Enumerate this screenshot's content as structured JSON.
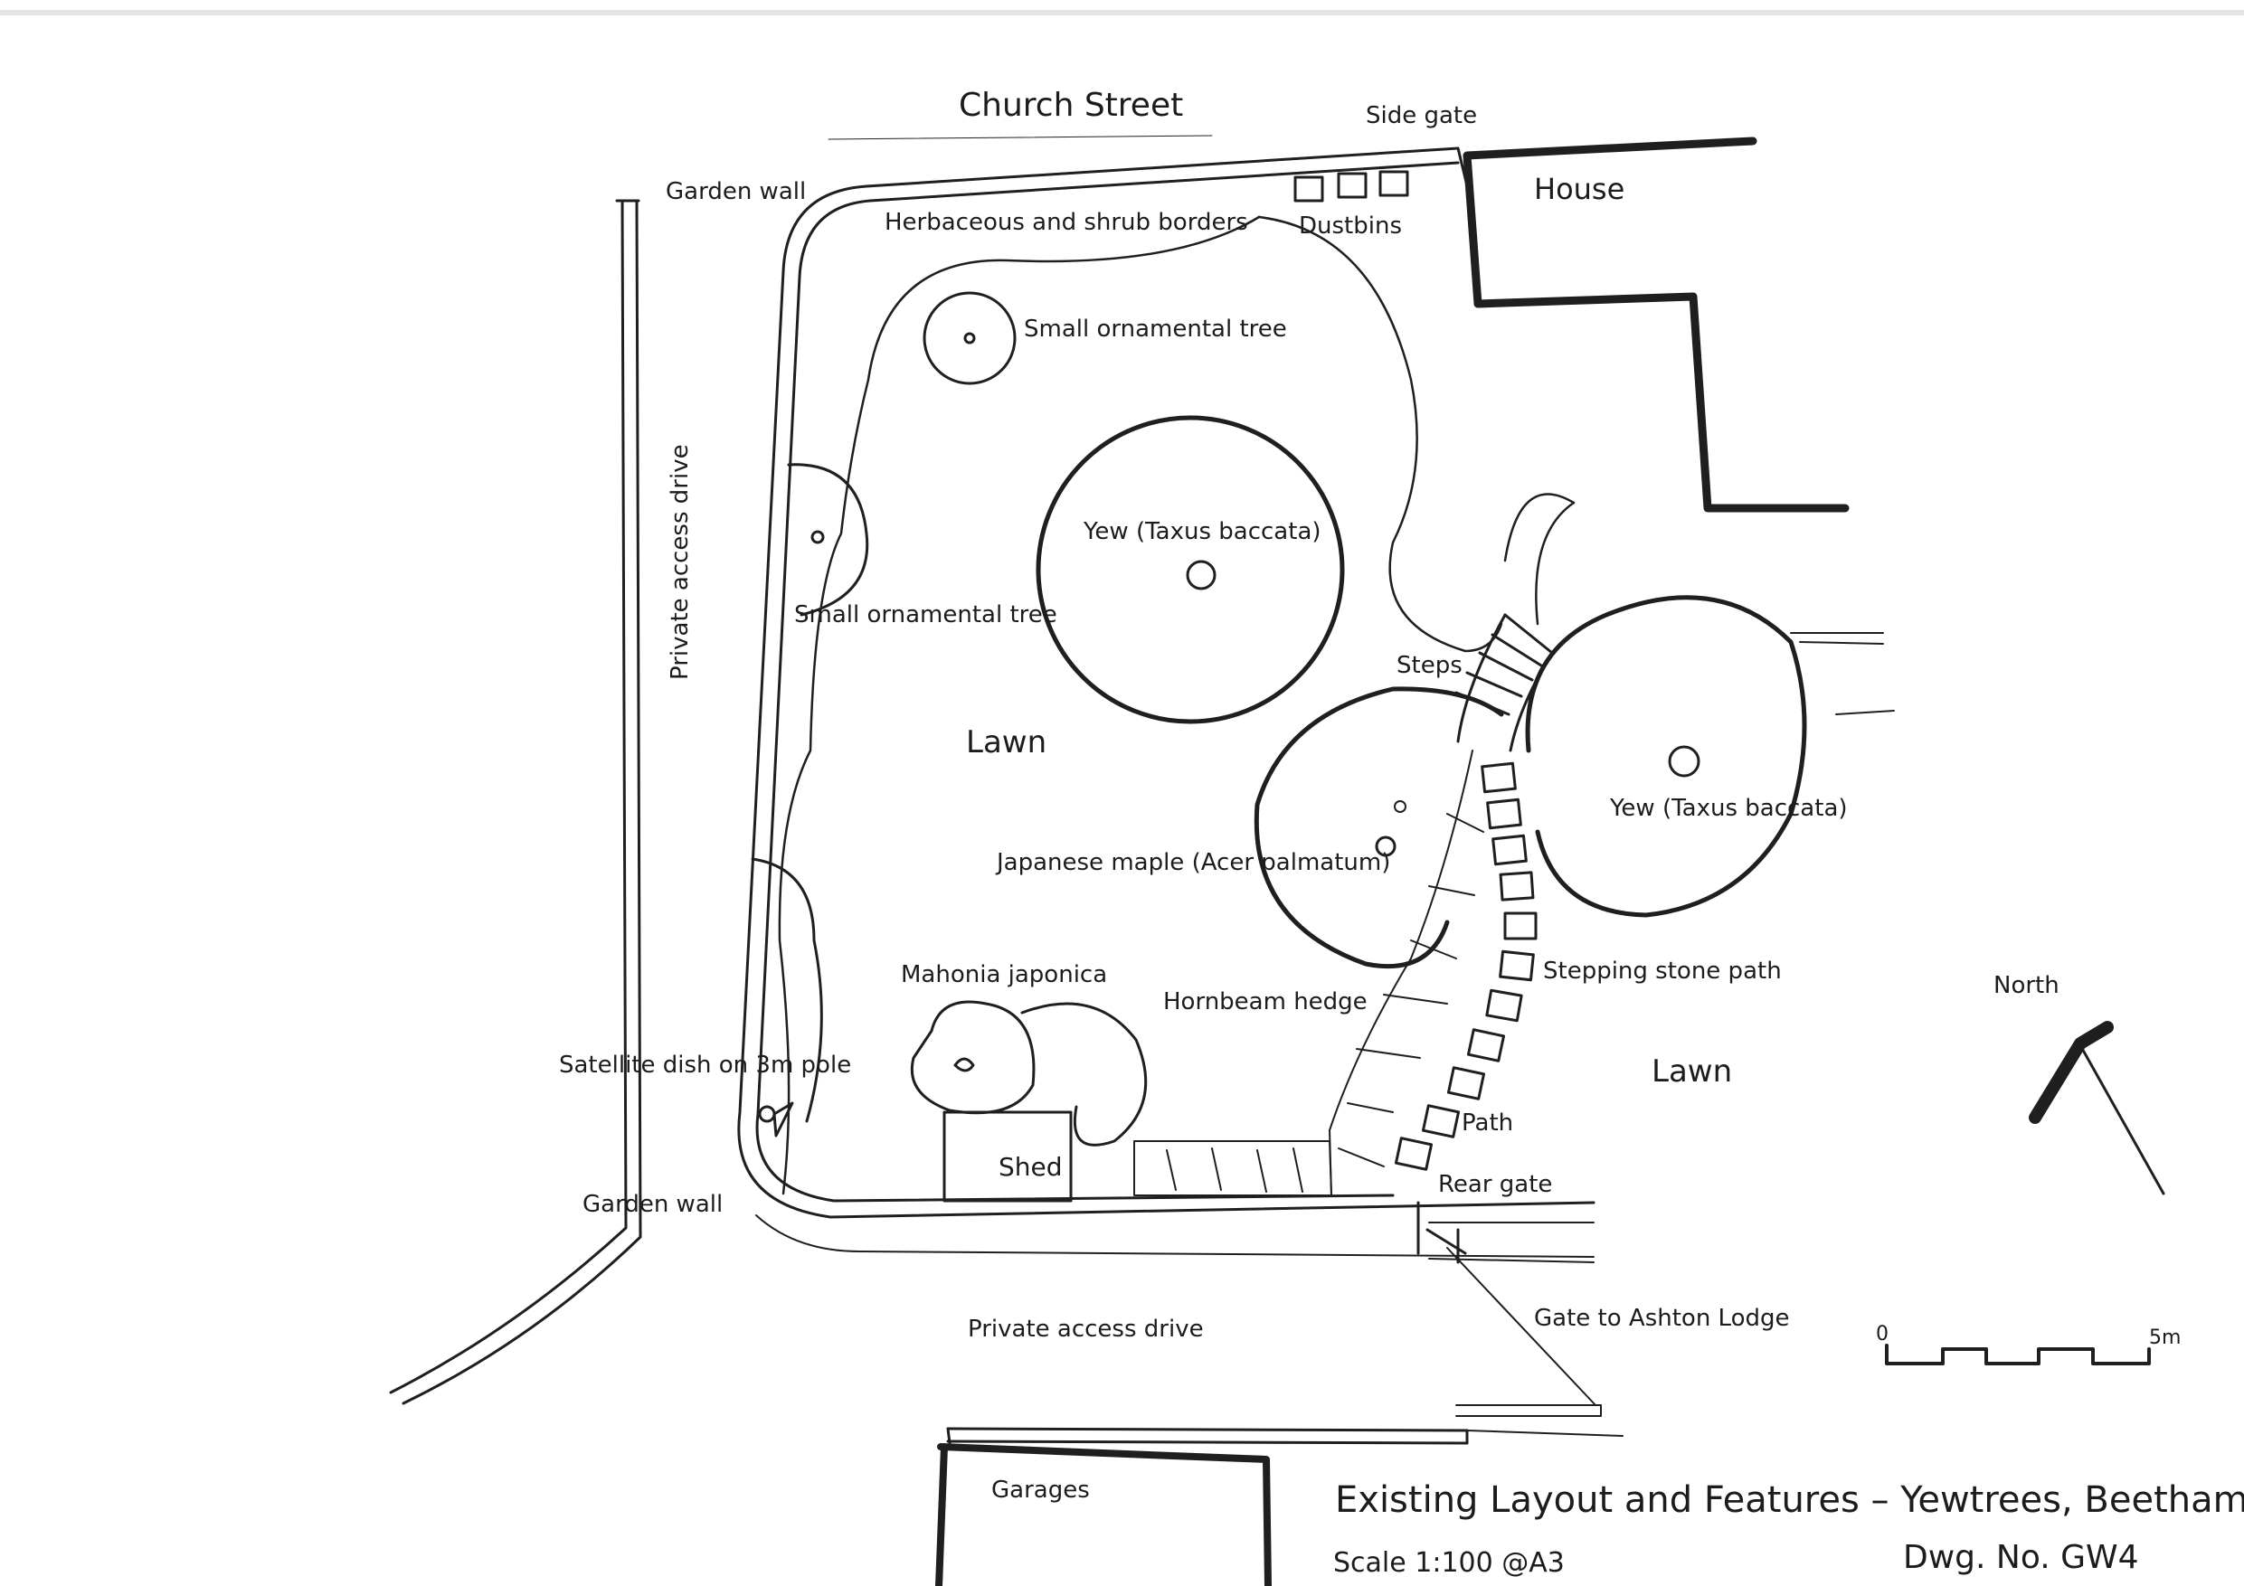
{
  "drawing": {
    "title": "Existing Layout and Features – Yewtrees, Beetham",
    "scale": "Scale 1:100 @A3",
    "dwg_no": "Dwg. No. GW4"
  },
  "labels": {
    "church_street": "Church Street",
    "side_gate": "Side gate",
    "house": "House",
    "garden_wall_top": "Garden wall",
    "garden_wall_bottom": "Garden wall",
    "herbaceous": "Herbaceous and shrub borders",
    "dustbins": "Dustbins",
    "small_tree_1": "Small ornamental tree",
    "small_tree_2": "Small ornamental tree",
    "yew_1": "Yew (Taxus baccata)",
    "yew_2": "Yew (Taxus baccata)",
    "private_drive_vertical": "Private access drive",
    "private_drive_bottom": "Private access drive",
    "lawn_1": "Lawn",
    "lawn_2": "Lawn",
    "steps": "Steps",
    "japanese_maple": "Japanese maple (Acer palmatum)",
    "mahonia": "Mahonia japonica",
    "hornbeam": "Hornbeam hedge",
    "stepping_stone": "Stepping stone path",
    "satellite": "Satellite dish on 3m pole",
    "shed": "Shed",
    "path": "Path",
    "rear_gate": "Rear gate",
    "gate_ashton": "Gate to Ashton Lodge",
    "garages": "Garages",
    "north": "North"
  },
  "scale_bar": {
    "start": "0",
    "end": "5m"
  }
}
